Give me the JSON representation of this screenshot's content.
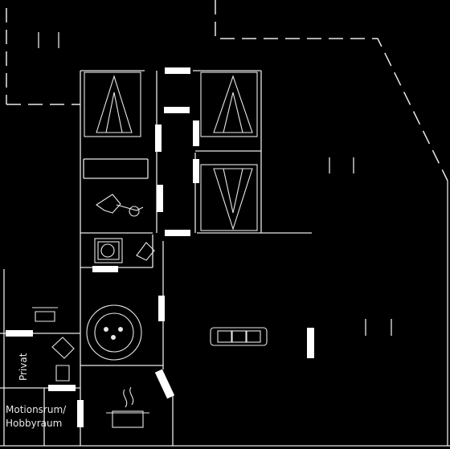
{
  "plan": {
    "rooms": [
      {
        "id": "privat",
        "label": "Privat"
      },
      {
        "id": "hobby",
        "label_lines": [
          "Motionsrum/",
          "Hobbyraum"
        ]
      }
    ],
    "icons": [
      "sofa-icon",
      "steam-pot-icon",
      "hot-tub-icon",
      "washer-icon",
      "chair-icon",
      "shower-icon",
      "bed-icon",
      "desk-icon"
    ],
    "colors": {
      "background": "#000000",
      "walls": "#e8e8e8",
      "doors": "#ffffff"
    }
  }
}
